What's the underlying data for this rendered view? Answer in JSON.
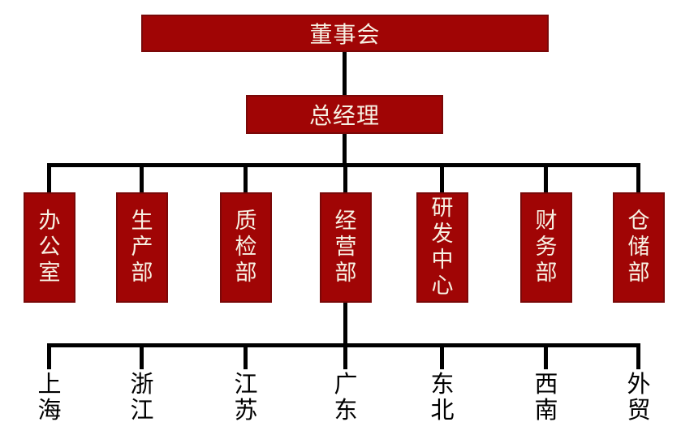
{
  "org_chart": {
    "title": "company-organization-chart",
    "root": {
      "label": "董事会"
    },
    "general_manager": {
      "label": "总经理"
    },
    "departments": [
      {
        "label": "办公室"
      },
      {
        "label": "生产部"
      },
      {
        "label": "质检部"
      },
      {
        "label": "经营部"
      },
      {
        "label": "研发中心"
      },
      {
        "label": "财务部"
      },
      {
        "label": "仓储部"
      }
    ],
    "regions": [
      {
        "label": "上海"
      },
      {
        "label": "浙江"
      },
      {
        "label": "江苏"
      },
      {
        "label": "广东"
      },
      {
        "label": "东北"
      },
      {
        "label": "西南"
      },
      {
        "label": "外贸"
      }
    ],
    "colors": {
      "box_fill": "#a00505",
      "box_border": "#7a0808",
      "box_text": "#f7f1e3",
      "connector": "#000000",
      "region_text": "#000000",
      "background": "#ffffff"
    }
  }
}
